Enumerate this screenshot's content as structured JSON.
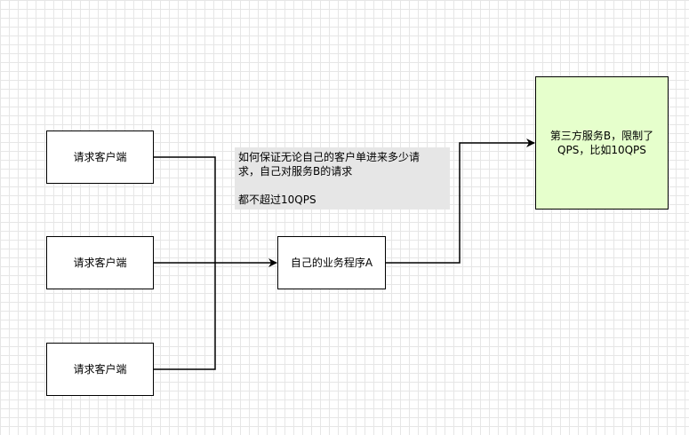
{
  "nodes": {
    "client_1": "请求客户端",
    "client_2": "请求客户端",
    "client_3": "请求客户端",
    "service_a": "自己的业务程序A",
    "service_b_line1": "第三方服务B，限制了",
    "service_b_line2": "QPS，比如10QPS"
  },
  "note": {
    "line1": "如何保证无论自己的客户单进来多少请",
    "line2": "求，自己对服务B的请求",
    "line3": "都不超过10QPS"
  },
  "colors": {
    "grid": "#e6e6e6",
    "service_b_fill": "#e6ffcc",
    "note_fill": "#e6e6e6",
    "stroke": "#000000"
  }
}
